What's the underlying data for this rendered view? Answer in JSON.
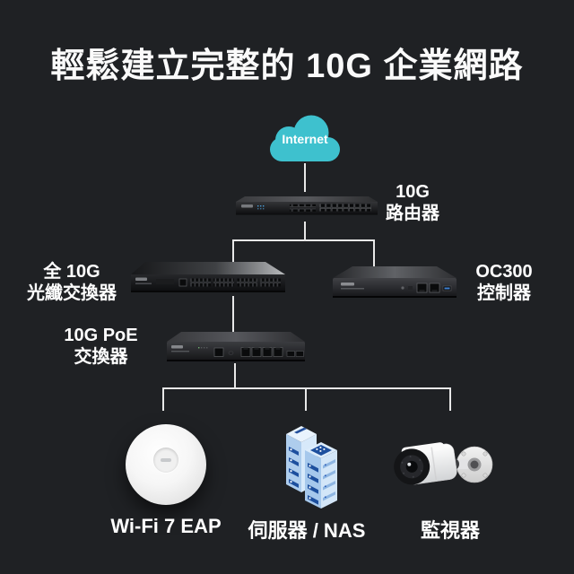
{
  "title": "輕鬆建立完整的 10G 企業網路",
  "nodes": {
    "internet": {
      "label": "Internet"
    },
    "router": {
      "line1": "10G",
      "line2": "路由器"
    },
    "fiber_switch": {
      "line1": "全 10G",
      "line2": "光纖交換器"
    },
    "controller": {
      "line1": "OC300",
      "line2": "控制器"
    },
    "poe_switch": {
      "line1": "10G PoE",
      "line2": "交換器"
    },
    "wifi_eap": {
      "label": "Wi-Fi 7 EAP"
    },
    "server_nas": {
      "label": "伺服器 / NAS"
    },
    "camera": {
      "label": "監視器"
    }
  },
  "devices": {
    "internet": "internet-cloud-icon",
    "router": "10g-rackmount-router",
    "fiber_switch": "all-10g-fiber-switch",
    "controller": "oc300-hardware-controller",
    "poe_switch": "10g-poe-switch",
    "wifi_eap": "ceiling-mount-wifi7-access-point",
    "server_nas": "isometric-server-nas-towers",
    "camera": "bullet-surveillance-camera"
  },
  "colors": {
    "background": "#1f2124",
    "connector": "#e8e8e8",
    "cloud": "#3ec1ce",
    "title_text": "#fafafa",
    "nas_blue_light": "#a6c8ec",
    "nas_blue_dark": "#1d4f9e"
  }
}
